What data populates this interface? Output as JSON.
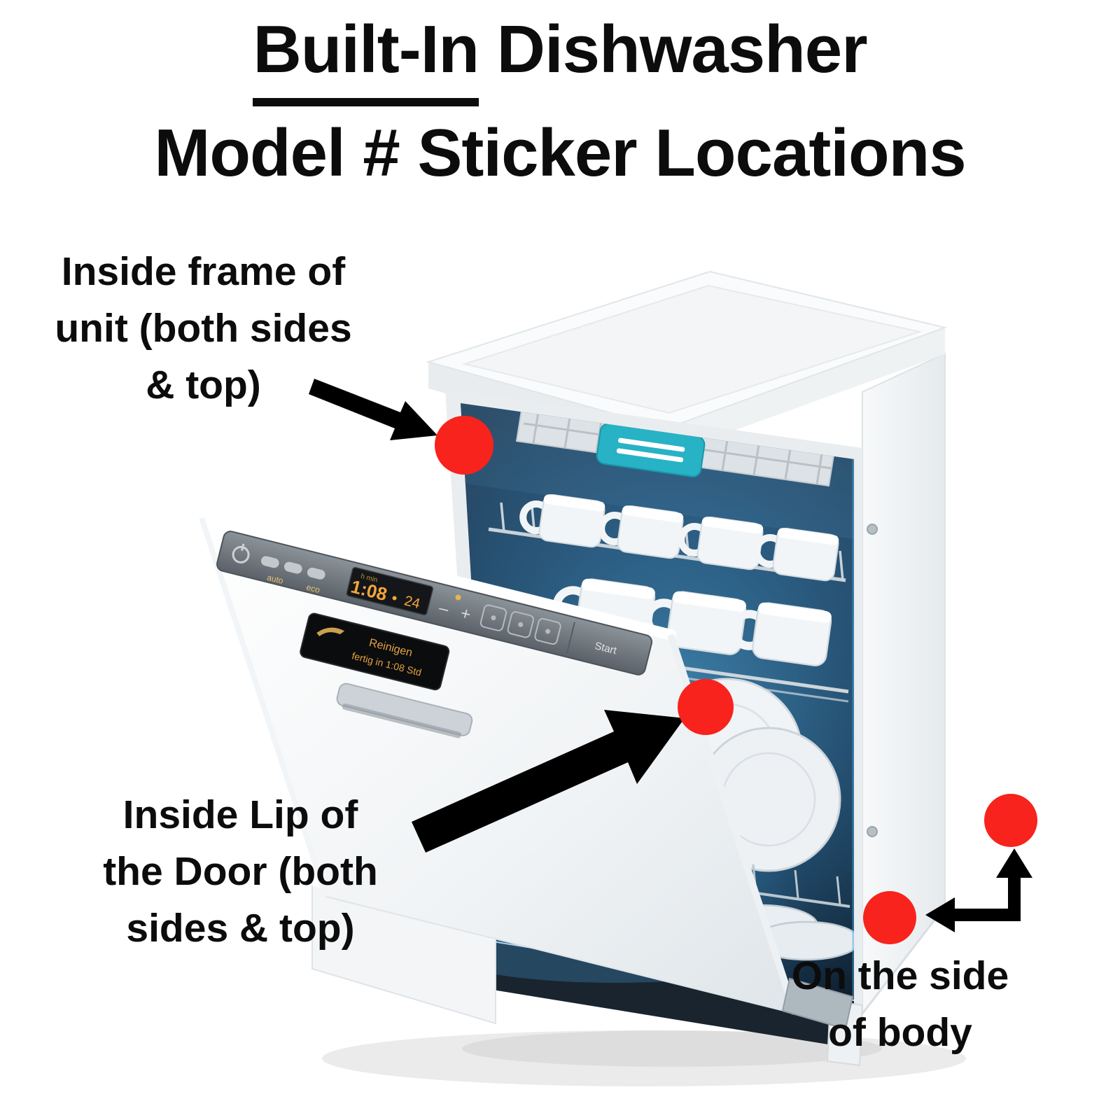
{
  "page": {
    "background": "#ffffff"
  },
  "colors": {
    "marker_red": "#f8231c",
    "arrow_black": "#000000",
    "tray_handle_teal": "#27b2c6",
    "interior_glow_blue": "#3f97d4",
    "display_amber": "#f2a63b"
  },
  "title": {
    "underlined": "Built-In",
    "rest": " Dishwasher",
    "line2": "Model # Sticker Locations"
  },
  "labels": {
    "inside_frame": "Inside frame of\nunit (both sides\n& top)",
    "inside_lip": "Inside Lip of\nthe Door (both\nsides & top)",
    "side_of_body": "On the side\nof body"
  },
  "panel": {
    "display_line1": "Reinigen",
    "display_line2": "fertig in 1:08 Std",
    "lcd_units": "h  min",
    "lcd_time": "1:08",
    "lcd_delay": "24",
    "auto_label": "auto",
    "eco_label": "eco",
    "minus": "–",
    "plus": "+",
    "start_label": "Start"
  }
}
